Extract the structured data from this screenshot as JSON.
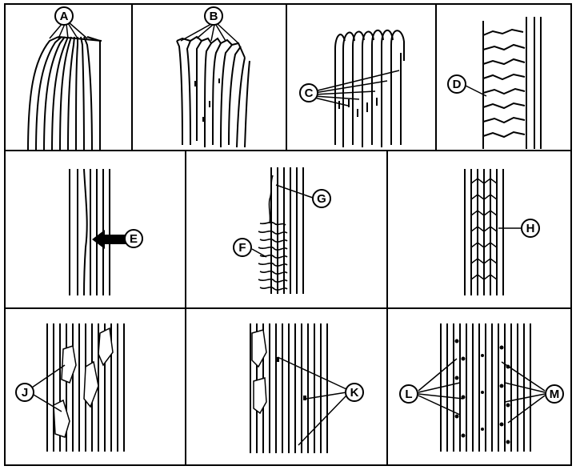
{
  "labels": {
    "a": "A",
    "b": "B",
    "c": "C",
    "d": "D",
    "e": "E",
    "f": "F",
    "g": "G",
    "h": "H",
    "j": "J",
    "k": "K",
    "l": "L",
    "m": "M"
  },
  "colors": {
    "ink": "#000000",
    "paper": "#ffffff"
  }
}
